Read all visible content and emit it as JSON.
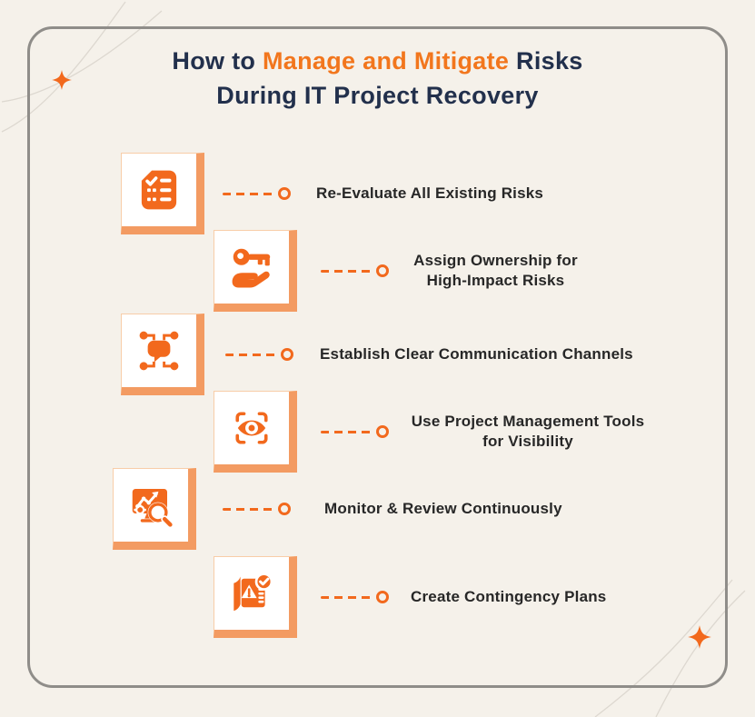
{
  "title": {
    "prefix": "How to ",
    "highlight": "Manage and Mitigate",
    "suffix": " Risks",
    "line2": "During IT Project Recovery"
  },
  "colors": {
    "background": "#f5f1ea",
    "frame_border": "#8f8d89",
    "accent_orange": "#f2691d",
    "box_shadow_orange": "#f39b62",
    "box_outline": "#f8cda8",
    "title_navy": "#22304c",
    "title_orange": "#f2761d",
    "label_text": "#272727"
  },
  "steps": [
    {
      "icon": "checklist-document-icon",
      "label": "Re-Evaluate All Existing Risks"
    },
    {
      "icon": "hand-holding-key-icon",
      "label": "Assign Ownership for\nHigh-Impact Risks"
    },
    {
      "icon": "communication-network-icon",
      "label": "Establish Clear Communication Channels"
    },
    {
      "icon": "eye-visibility-icon",
      "label": "Use Project Management Tools\nfor Visibility"
    },
    {
      "icon": "monitor-analytics-icon",
      "label": "Monitor & Review Continuously"
    },
    {
      "icon": "contingency-plan-icon",
      "label": "Create Contingency Plans"
    }
  ]
}
